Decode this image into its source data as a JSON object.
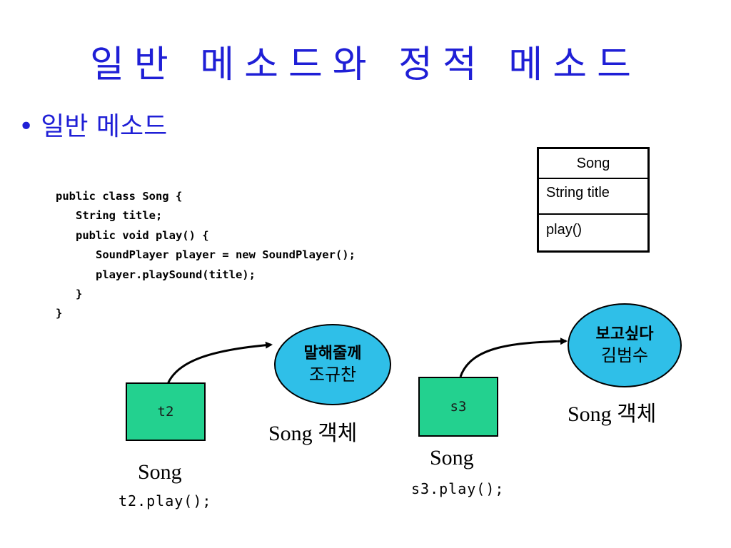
{
  "slide": {
    "title": "일반 메소드와 정적 메소드",
    "bullet": "일반 메소드"
  },
  "code": "public class Song {\n   String title;\n   public void play() {\n      SoundPlayer player = new SoundPlayer();\n      player.playSound(title);\n   }\n}",
  "uml": {
    "class_name": "Song",
    "attribute": "String title",
    "method": "play()"
  },
  "instance_1": {
    "ref_var": "t2",
    "type_label": "Song",
    "call": "t2.play();",
    "object_title": "말해줄께",
    "object_artist": "조규찬",
    "object_label": "Song 객체"
  },
  "instance_2": {
    "ref_var": "s3",
    "type_label": "Song",
    "call": "s3.play();",
    "object_title": "보고싶다",
    "object_artist": "김범수",
    "object_label": "Song 객체"
  },
  "colors": {
    "title": "#1f1fd6",
    "reference_box": "#23d18f",
    "object_circle": "#2fbfe8"
  }
}
